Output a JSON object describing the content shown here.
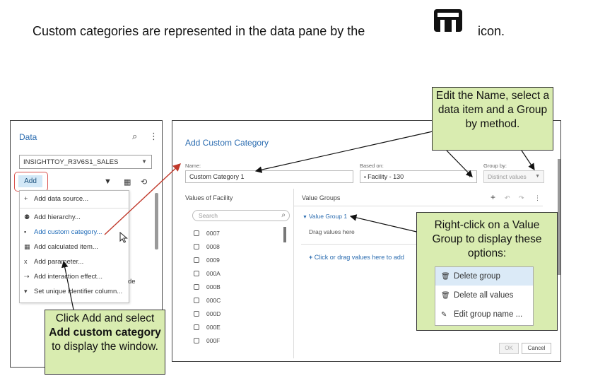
{
  "caption": {
    "text": "Custom categories are represented in the data pane by the",
    "tail": "icon."
  },
  "icons": {
    "custom_category": "custom-category-icon",
    "search": "search-icon",
    "more": "more-icon",
    "filter": "filter-icon",
    "table": "table-icon",
    "swap": "swap-icon"
  },
  "data_pane": {
    "title": "Data",
    "source": "INSIGHTTOY_R3V6S1_SALES",
    "add_label": "Add",
    "menu": [
      {
        "icon": "+",
        "label": "Add data source..."
      },
      {
        "icon": "⚉",
        "label": "Add hierarchy..."
      },
      {
        "icon": "▪",
        "label": "Add custom category..."
      },
      {
        "icon": "▦",
        "label": "Add calculated item..."
      },
      {
        "icon": "x",
        "label": "Add parameter..."
      },
      {
        "icon": "⇢",
        "label": "Add interaction effect..."
      },
      {
        "icon": "▾",
        "label": "Set unique identifier column..."
      }
    ],
    "fragment": "de"
  },
  "dialog": {
    "title": "Add Custom Category",
    "name_label": "Name:",
    "name_value": "Custom Category 1",
    "based_label": "Based on:",
    "based_value": "Facility - 130",
    "group_label": "Group by:",
    "group_value": "Distinct values",
    "values_label": "Values of Facility",
    "search_placeholder": "Search",
    "values": [
      "0007",
      "0008",
      "0009",
      "000A",
      "000B",
      "000C",
      "000D",
      "000E",
      "000F"
    ],
    "value_groups_label": "Value Groups",
    "group1": "Value Group 1",
    "drag_here": "Drag values here",
    "click_drag": "Click or drag values here to add",
    "ok": "OK",
    "cancel": "Cancel"
  },
  "callouts": {
    "name": "Edit the Name, select a data item and a Group by method.",
    "add_pre": "Click Add and select ",
    "add_bold": "Add custom category",
    "add_post": " to display the window.",
    "rc": "Right-click on a Value Group to display these options:",
    "context_menu": [
      "Delete group",
      "Delete all values",
      "Edit group name ..."
    ]
  },
  "colors": {
    "callout_bg": "#d9ecb0",
    "accent_blue": "#2b6cb0",
    "highlight_red": "#d9534f"
  }
}
